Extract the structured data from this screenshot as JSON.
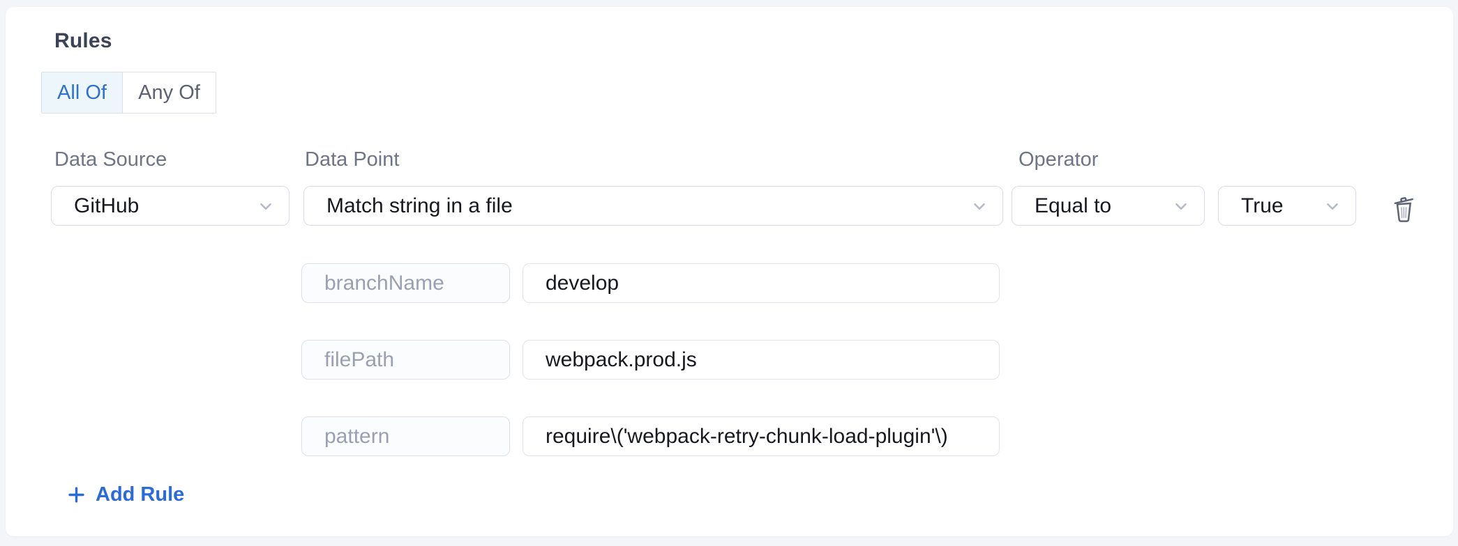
{
  "panel": {
    "title": "Rules",
    "toggle": {
      "options": [
        {
          "label": "All Of",
          "selected": true
        },
        {
          "label": "Any Of",
          "selected": false
        }
      ]
    },
    "rule": {
      "data_source": {
        "label": "Data Source",
        "value": "GitHub"
      },
      "data_point": {
        "label": "Data Point",
        "value": "Match string in a file"
      },
      "operator": {
        "label": "Operator",
        "value": "Equal to"
      },
      "operand": {
        "value": "True"
      },
      "params": [
        {
          "key": "branchName",
          "value": "develop"
        },
        {
          "key": "filePath",
          "value": "webpack.prod.js"
        },
        {
          "key": "pattern",
          "value": "require\\('webpack-retry-chunk-load-plugin'\\)"
        }
      ]
    },
    "add_rule": {
      "label": "Add Rule"
    }
  },
  "icons": {
    "dropdown": "chevron-down-icon",
    "delete": "trash-icon",
    "add": "plus-icon"
  },
  "colors": {
    "page_background": "#f3f5f8",
    "card_background": "#ffffff",
    "accent_blue": "#2e71d5",
    "add_rule_blue": "#2a6bdb",
    "selected_toggle_background": "#edf7fb",
    "label_gray": "#6f7486",
    "placeholder_gray": "#9aa0b2",
    "border_gray": "#d9dce5",
    "text_dark": "#17191f",
    "heading_dark": "#3d4356"
  }
}
